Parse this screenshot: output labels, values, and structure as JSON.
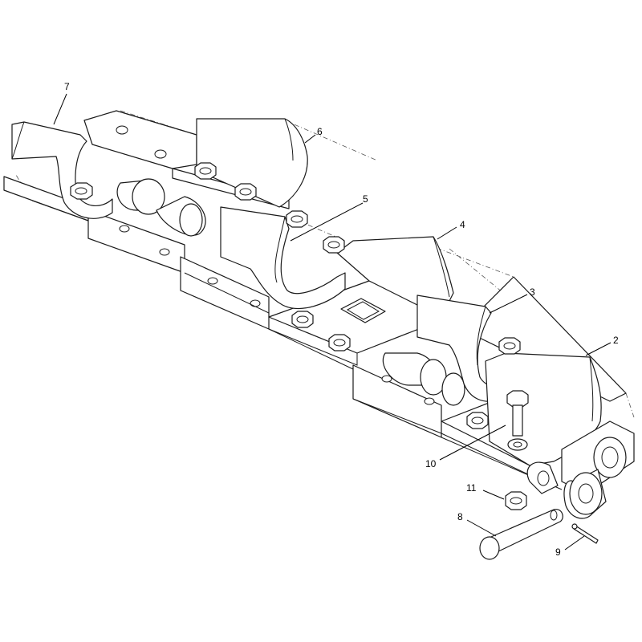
{
  "callouts": [
    {
      "id": "c2",
      "label": "2"
    },
    {
      "id": "c3",
      "label": "3"
    },
    {
      "id": "c4",
      "label": "4"
    },
    {
      "id": "c5",
      "label": "5"
    },
    {
      "id": "c6",
      "label": "6"
    },
    {
      "id": "c7",
      "label": "7"
    },
    {
      "id": "c8",
      "label": "8"
    },
    {
      "id": "c9",
      "label": "9"
    },
    {
      "id": "c10",
      "label": "10"
    },
    {
      "id": "c11",
      "label": "11"
    }
  ]
}
